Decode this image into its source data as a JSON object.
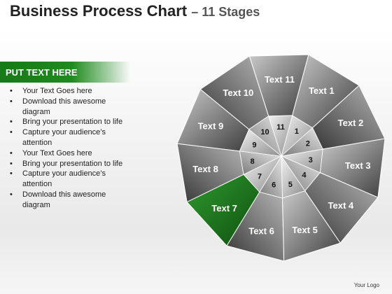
{
  "header": {
    "title": "Business Process Chart",
    "subtitle": "– 11 Stages"
  },
  "sidebar": {
    "banner": "PUT TEXT HERE",
    "bullets": [
      "Your Text Goes here",
      "Download this awesome diagram",
      "Bring your presentation to life",
      "Capture your audience’s attention",
      "Your Text Goes here",
      "Bring your presentation to life",
      "Capture your audience’s attention",
      "Download this awesome diagram"
    ]
  },
  "diagram": {
    "highlight_color": "#1d7a1d",
    "segments": [
      {
        "label": "Text 1",
        "number": "1"
      },
      {
        "label": "Text 2",
        "number": "2"
      },
      {
        "label": "Text 3",
        "number": "3"
      },
      {
        "label": "Text 4",
        "number": "4"
      },
      {
        "label": "Text 5",
        "number": "5"
      },
      {
        "label": "Text 6",
        "number": "6"
      },
      {
        "label": "Text 7",
        "number": "7",
        "highlight": true
      },
      {
        "label": "Text 8",
        "number": "8"
      },
      {
        "label": "Text 9",
        "number": "9"
      },
      {
        "label": "Text 10",
        "number": "10"
      },
      {
        "label": "Text 11",
        "number": "11"
      }
    ]
  },
  "footer": {
    "logo": "Your Logo"
  }
}
